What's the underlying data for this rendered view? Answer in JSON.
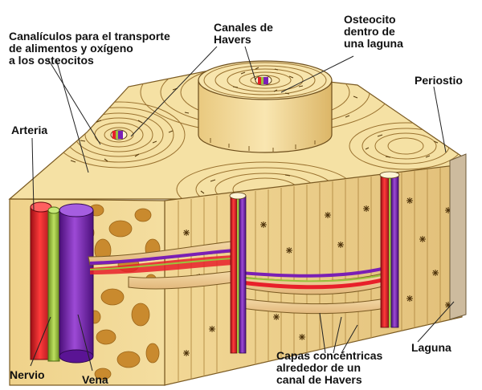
{
  "labels": {
    "canaliculos": [
      "Canalículos para el transporte",
      "de alimentos y oxígeno",
      "a los osteocitos"
    ],
    "canales": [
      "Canales de",
      "Havers"
    ],
    "osteocito": [
      "Osteocito",
      "dentro de",
      "una laguna"
    ],
    "periostio": "Periostio",
    "arteria": "Arteria",
    "nervio": "Nervio",
    "vena": "Vena",
    "capas": [
      "Capas concéntricas",
      "alrededor de un",
      "canal de Havers"
    ],
    "laguna": "Laguna"
  },
  "colors": {
    "bone_light": "#f6e3a8",
    "bone_mid": "#eccf86",
    "bone_dark": "#d7a94e",
    "spongy_hole": "#c98a2e",
    "lamella_line": "#8d6424",
    "artery": "#e8202a",
    "vein": "#7a1fb5",
    "nerve": "#9bc23c",
    "periosteum": "#c9b8a0",
    "label": "#111111"
  }
}
